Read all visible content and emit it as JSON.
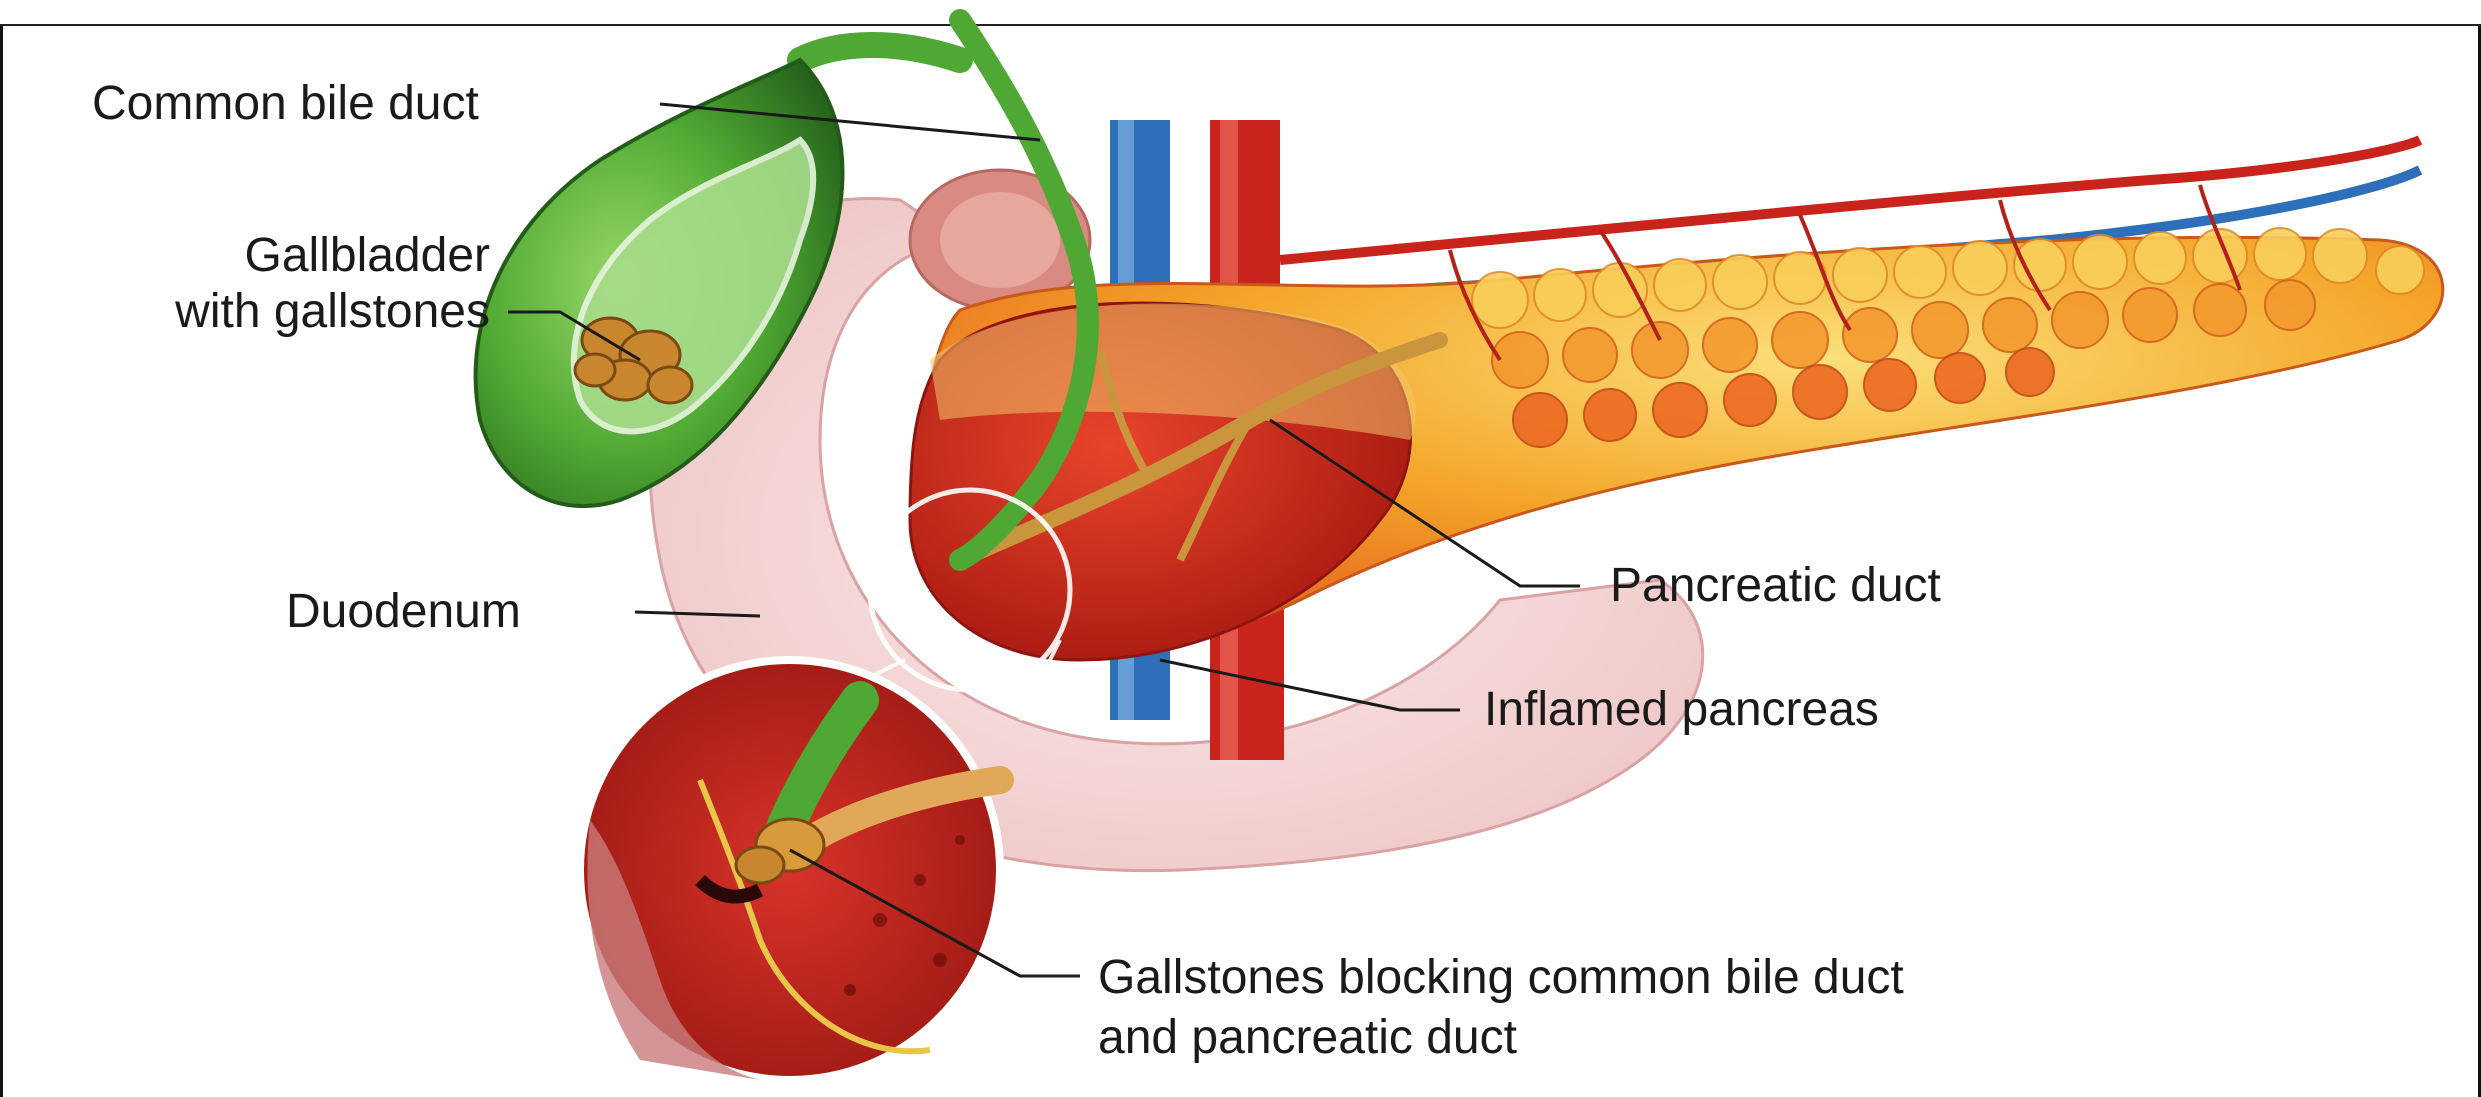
{
  "labels": {
    "common_bile_duct": "Common bile duct",
    "gallbladder_line1": "Gallbladder",
    "gallbladder_line2": "with gallstones",
    "duodenum": "Duodenum",
    "pancreatic_duct": "Pancreatic duct",
    "inflamed_pancreas": "Inflamed pancreas",
    "gallstones_line1": "Gallstones blocking common bile duct",
    "gallstones_line2": "and pancreatic duct"
  },
  "colors": {
    "gallbladder": "#3f9a2c",
    "gallbladder_dark": "#2c6e1f",
    "bile": "#62b53a",
    "pancreas_light": "#f7c542",
    "pancreas_mid": "#f29a24",
    "pancreas_dark": "#e0531b",
    "inflamed": "#d12a1e",
    "artery": "#c8241c",
    "vein": "#2d6fb8",
    "duodenum": "#f6d6d6",
    "duct": "#c9963e",
    "stone": "#c8862e",
    "line": "#1a1a1a"
  }
}
